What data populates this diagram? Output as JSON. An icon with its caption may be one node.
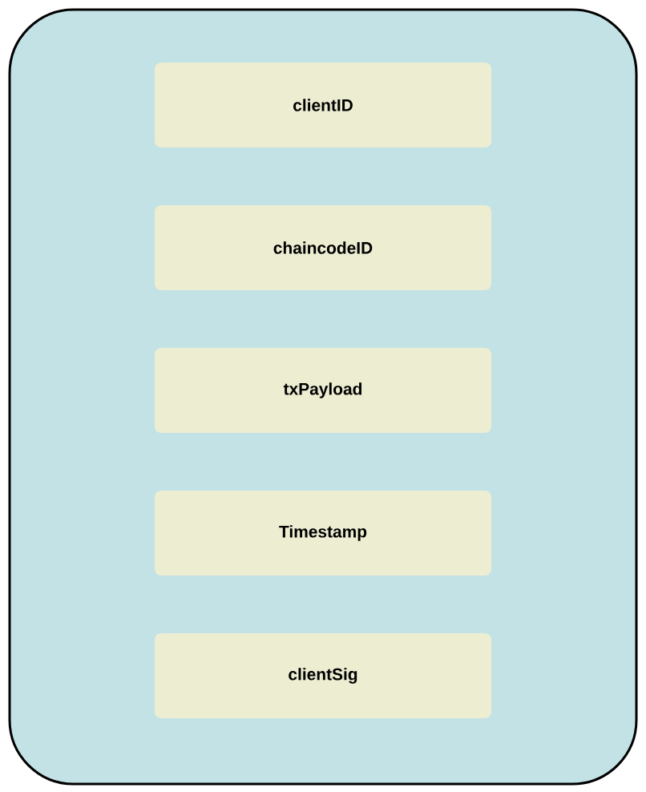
{
  "diagram": {
    "nodes": [
      {
        "text": [],
        "shape": "box"
      },
      {
        "text": [
          "clientID"
        ],
        "in": 0
      },
      {
        "text": [
          "chaincodeID"
        ],
        "in": 0
      },
      {
        "text": [
          "txPayload"
        ],
        "in": 0
      },
      {
        "text": [
          "Timestamp"
        ],
        "in": 0
      },
      {
        "text": [
          "clientSig"
        ],
        "in": 0
      }
    ]
  }
}
